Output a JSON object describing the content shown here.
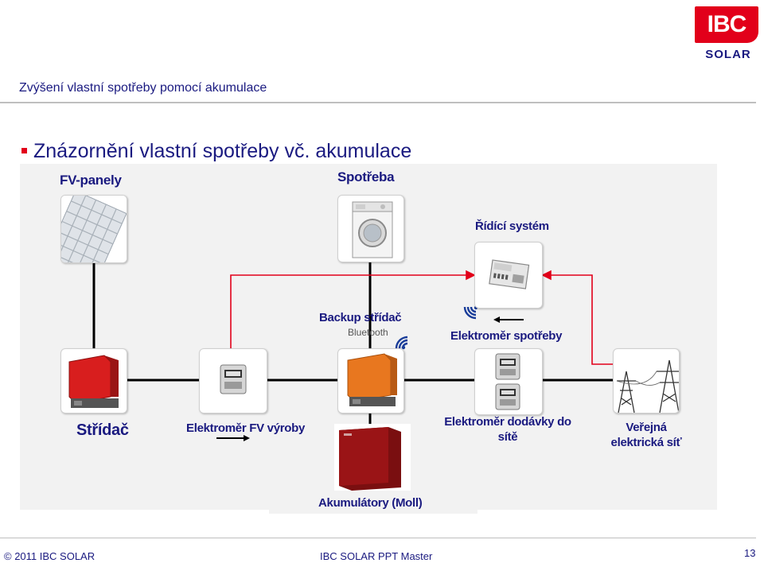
{
  "header": {
    "title": "Zvýšení vlastní spotřeby pomocí akumulace",
    "logo": {
      "top": "IBC",
      "bottom": "SOLAR"
    }
  },
  "slide": {
    "subtitle": "Znázornění vlastní spotřeby vč. akumulace"
  },
  "diagram": {
    "labels": {
      "pv_panels": "FV-panely",
      "consumption": "Spotřeba",
      "control_system": "Řídící systém",
      "backup_inverter": "Backup střídač",
      "bluetooth": "Bluetooth",
      "consumption_meter": "Elektroměr spotřeby",
      "inverter": "Střídač",
      "pv_meter": "Elektroměr FV výroby",
      "feed_meter_line1": "Elektroměr dodávky do",
      "feed_meter_line2": "sítě",
      "grid_line1": "Veřejná",
      "grid_line2": "elektrická síť",
      "batteries": "Akumulátory (Moll)"
    },
    "colors": {
      "line_black": "#000000",
      "line_red": "#e2001a",
      "text": "#1a1a80",
      "inverter_red": "#d81e1e",
      "backup_orange": "#e8771f"
    }
  },
  "footer": {
    "copyright": "© 2011 IBC SOLAR",
    "center": "IBC SOLAR PPT Master",
    "page": "13"
  }
}
